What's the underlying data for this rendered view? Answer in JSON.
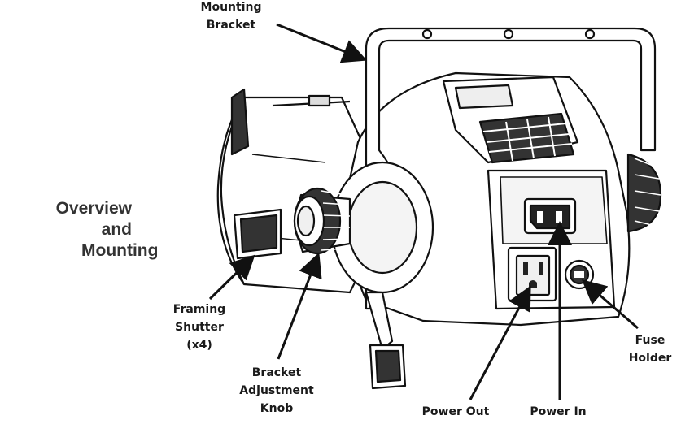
{
  "section_title": [
    "Overview and",
    "Mounting"
  ],
  "callouts": {
    "mounting_bracket": [
      "Mounting",
      "Bracket"
    ],
    "framing_shutter": [
      "Framing",
      "Shutter",
      "(x4)"
    ],
    "bracket_knob": [
      "Bracket",
      "Adjustment",
      "Knob"
    ],
    "power_out": [
      "Power Out"
    ],
    "power_in": [
      "Power In"
    ],
    "fuse_holder": [
      "Fuse",
      "Holder"
    ]
  },
  "colors": {
    "line": "#111111",
    "body": "#ffffff",
    "shade": "#dcdcdc",
    "dark": "#333333"
  }
}
